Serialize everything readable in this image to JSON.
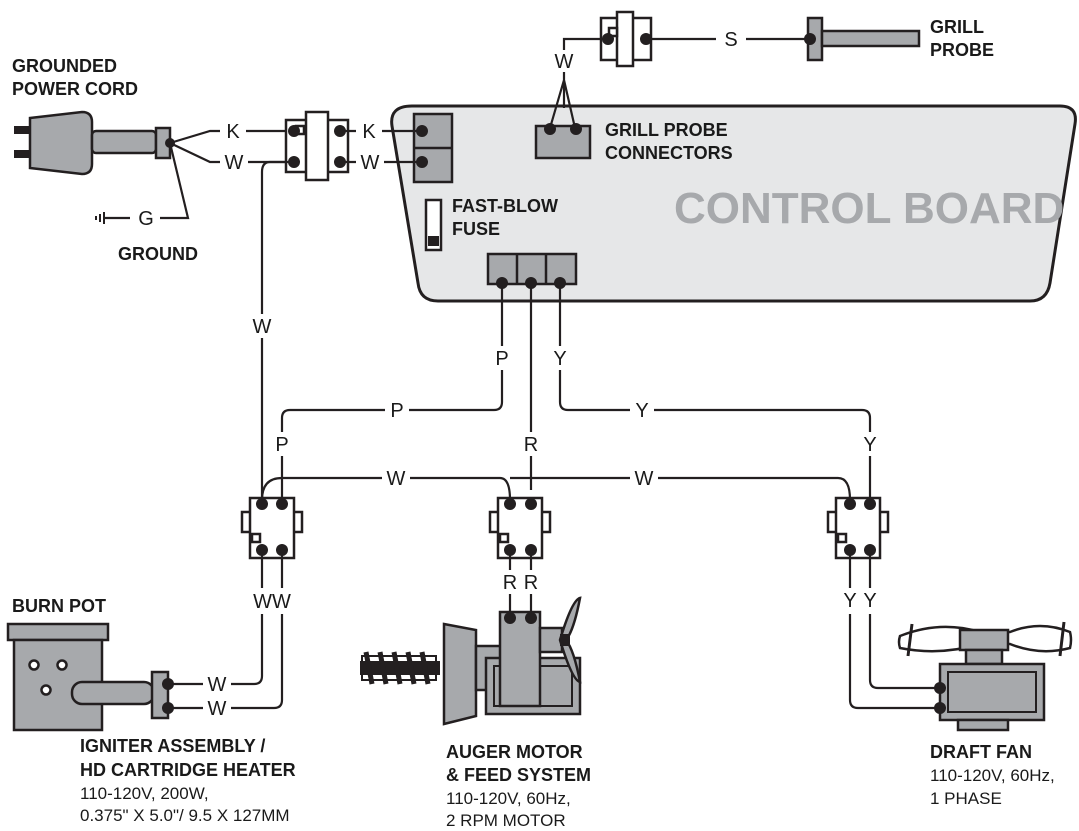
{
  "labels": {
    "grounded_power_cord": [
      "GROUNDED",
      "POWER CORD"
    ],
    "ground": "GROUND",
    "grill_probe": [
      "GRILL",
      "PROBE"
    ],
    "grill_probe_connectors": [
      "GRILL PROBE",
      "CONNECTORS"
    ],
    "fast_blow_fuse": [
      "FAST-BLOW",
      "FUSE"
    ],
    "control_board": "CONTROL BOARD",
    "burn_pot": "BURN POT",
    "igniter": {
      "title": [
        "IGNITER ASSEMBLY /",
        "HD CARTRIDGE HEATER"
      ],
      "specs": [
        "110-120V, 200W,",
        "0.375\" X 5.0\"/ 9.5 X 127MM"
      ]
    },
    "auger": {
      "title": [
        "AUGER MOTOR",
        "& FEED SYSTEM"
      ],
      "specs": [
        "110-120V, 60Hz,",
        "2 RPM MOTOR"
      ]
    },
    "draft_fan": {
      "title": [
        "DRAFT FAN"
      ],
      "specs": [
        "110-120V, 60Hz,",
        "1 PHASE"
      ]
    }
  },
  "wire_letters": {
    "k_cord": "K",
    "w_cord": "W",
    "g_ground": "G",
    "k_board": "K",
    "w_board": "W",
    "s_probe": "S",
    "w_probe": "W",
    "w_vertical": "W",
    "p_vertical": "P",
    "y_vertical": "Y",
    "p_horizontal": "P",
    "y_horizontal": "Y",
    "p_igniter": "P",
    "r_auger": "R",
    "y_fan": "Y",
    "w_bus_left": "W",
    "w_bus_right": "W",
    "ww_igniter": "WW",
    "r_motor_left": "R",
    "r_motor_right": "R",
    "y_fan_left": "Y",
    "y_fan_right": "Y",
    "w_heater_top": "W",
    "w_heater_bottom": "W"
  },
  "colors": {
    "line": "#231f20",
    "part_gray": "#a7a9ac",
    "board_fill": "#e6e7e8",
    "title_gray": "#a7a9ac"
  }
}
